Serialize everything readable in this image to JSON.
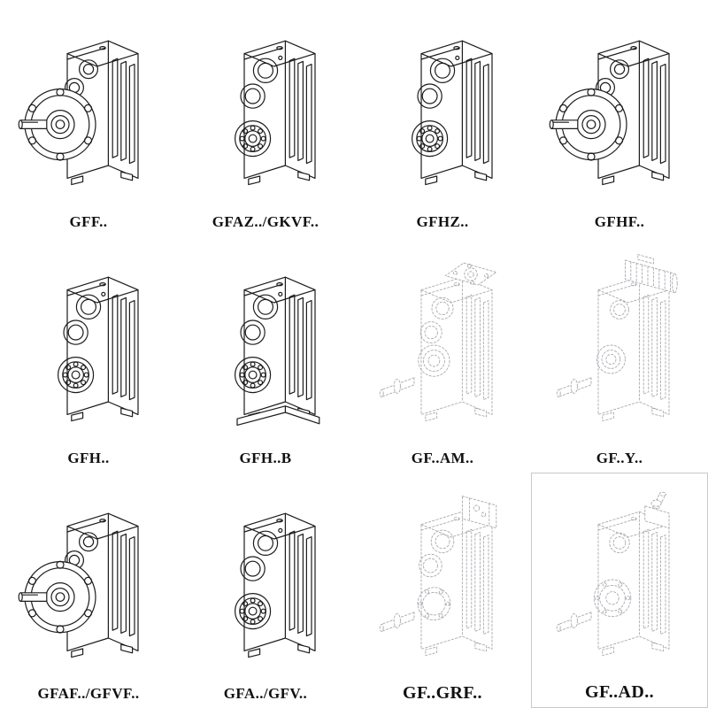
{
  "colors": {
    "line_dark": "#1c1c1c",
    "line_light": "#a6a8ad",
    "label": "#111111",
    "background": "#ffffff",
    "box_border": "#c9c9c9"
  },
  "catalog": {
    "cells": [
      {
        "label": "GFF..",
        "variant": "flange",
        "tone": "dark",
        "boxed": false,
        "emphasis": false
      },
      {
        "label": "GFAZ../GKVF..",
        "variant": "bores",
        "tone": "dark",
        "boxed": false,
        "emphasis": false
      },
      {
        "label": "GFHZ..",
        "variant": "bores",
        "tone": "dark",
        "boxed": false,
        "emphasis": false
      },
      {
        "label": "GFHF..",
        "variant": "flange",
        "tone": "dark",
        "boxed": false,
        "emphasis": false
      },
      {
        "label": "GFH..",
        "variant": "bores",
        "tone": "dark",
        "boxed": false,
        "emphasis": false
      },
      {
        "label": "GFH..B",
        "variant": "bores-base",
        "tone": "dark",
        "boxed": false,
        "emphasis": false
      },
      {
        "label": "GF..AM..",
        "variant": "am",
        "tone": "light",
        "boxed": false,
        "emphasis": false
      },
      {
        "label": "GF..Y..",
        "variant": "motor",
        "tone": "light",
        "boxed": false,
        "emphasis": false
      },
      {
        "label": "GFAF../GFVF..",
        "variant": "flange",
        "tone": "dark",
        "boxed": false,
        "emphasis": false
      },
      {
        "label": "GFA../GFV..",
        "variant": "bores",
        "tone": "dark",
        "boxed": false,
        "emphasis": false
      },
      {
        "label": "GF..GRF..",
        "variant": "grf",
        "tone": "light",
        "boxed": false,
        "emphasis": true
      },
      {
        "label": "GF..AD..",
        "variant": "ad",
        "tone": "light",
        "boxed": true,
        "emphasis": true
      }
    ]
  }
}
